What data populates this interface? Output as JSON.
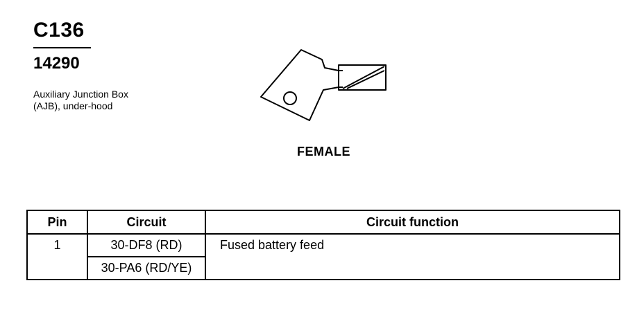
{
  "connector": {
    "id": "C136",
    "part_number": "14290",
    "description": "Auxiliary Junction Box (AJB), under-hood",
    "gender": "FEMALE"
  },
  "table": {
    "headers": [
      "Pin",
      "Circuit",
      "Circuit function"
    ],
    "rows": [
      {
        "pin": "1",
        "circuits": [
          "30-DF8 (RD)",
          "30-PA6 (RD/YE)"
        ],
        "function": "Fused battery feed"
      }
    ]
  }
}
